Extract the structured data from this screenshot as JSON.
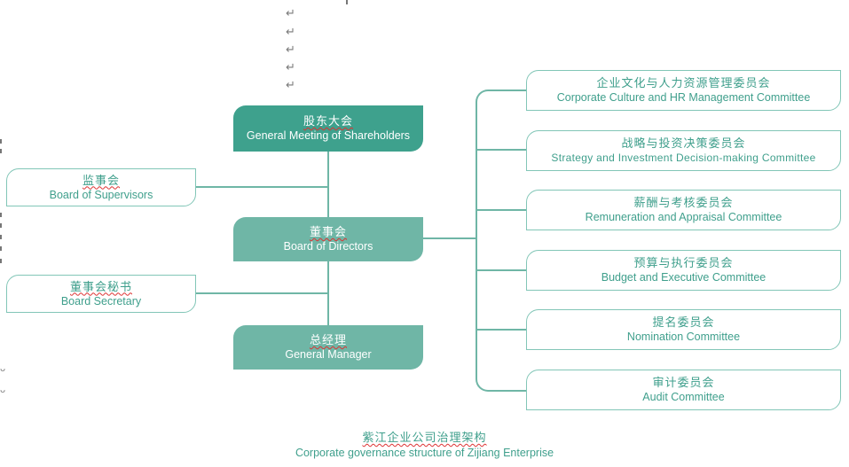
{
  "paragraph_marks": [
    "↵",
    "↵",
    "↵",
    "↵",
    "↵"
  ],
  "left_marks": [
    "ᴗ",
    "ᴗ"
  ],
  "colors": {
    "primary_dark": "#3ea18d",
    "primary_light": "#6fb6a6",
    "outline_border": "#82c6b7",
    "text_teal": "#3f9f8c",
    "spellcheck_red": "#dd3333"
  },
  "center_column": {
    "shareholders": {
      "cn": "股东大会",
      "en": "General Meeting of Shareholders"
    },
    "directors": {
      "cn": "董事会",
      "en": "Board of Directors"
    },
    "general_manager": {
      "cn": "总经理",
      "en": "General Manager"
    }
  },
  "left_column": {
    "supervisors": {
      "cn": "监事会",
      "en": "Board of Supervisors"
    },
    "secretary": {
      "cn": "董事会秘书",
      "en": "Board Secretary"
    }
  },
  "committees": [
    {
      "cn": "企业文化与人力资源管理委员会",
      "en": "Corporate Culture and HR Management Committee"
    },
    {
      "cn": "战略与投资决策委员会",
      "en": "Strategy and Investment Decision-making Committee"
    },
    {
      "cn": "薪酬与考核委员会",
      "en": "Remuneration and Appraisal Committee"
    },
    {
      "cn": "预算与执行委员会",
      "en": "Budget and Executive Committee"
    },
    {
      "cn": "提名委员会",
      "en": "Nomination Committee"
    },
    {
      "cn": "审计委员会",
      "en": "Audit Committee"
    }
  ],
  "caption": {
    "cn": "紫江企业公司治理架构",
    "en": "Corporate governance structure of Zijiang Enterprise"
  }
}
